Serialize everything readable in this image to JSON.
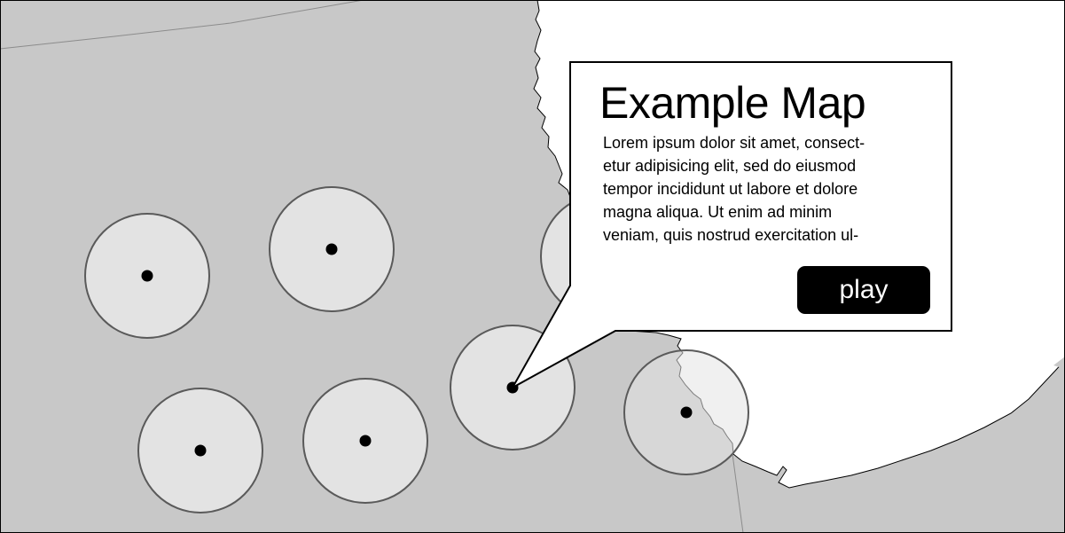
{
  "popup": {
    "title": "Example Map",
    "body_lines": [
      "Lorem ipsum dolor sit amet, consect-",
      "etur adipisicing elit, sed do eiusmod",
      "tempor incididunt ut labore et dolore",
      "magna aliqua. Ut enim ad minim",
      "veniam, quis nostrud exercitation ul-"
    ],
    "play_label": "play"
  },
  "markers": [
    {
      "id": 1,
      "selected": false
    },
    {
      "id": 2,
      "selected": false
    },
    {
      "id": 3,
      "selected": false
    },
    {
      "id": 4,
      "selected": false
    },
    {
      "id": 5,
      "selected": false
    },
    {
      "id": 6,
      "selected": true
    },
    {
      "id": 7,
      "selected": false
    }
  ],
  "colors": {
    "land": "#c8c8c8",
    "water": "#ffffff",
    "marker_fill": "#e3e3e3",
    "marker_stroke": "#5a5a5a",
    "border_line": "#8c8c8c",
    "button": "#000000",
    "button_text": "#ffffff"
  }
}
